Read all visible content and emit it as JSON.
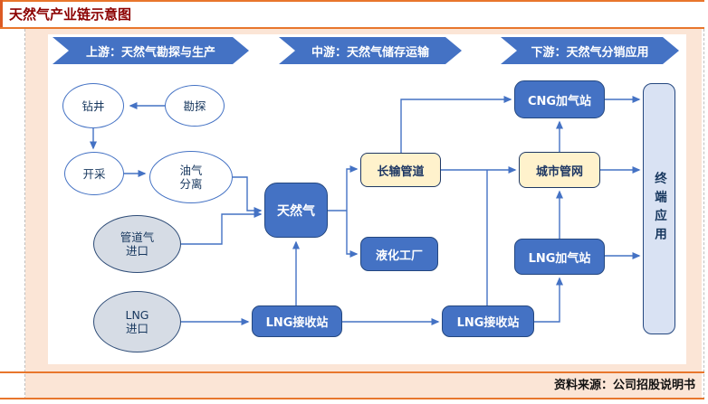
{
  "title": "天然气产业链示意图",
  "source_note": "资料来源：公司招股说明书",
  "colors": {
    "title_red": "#8B0000",
    "rule_orange": "#E8762C",
    "banner_blue": "#4472C4",
    "node_blue_fill": "#4472C4",
    "node_blue_border": "#24477F",
    "yellow_fill": "#FFF2CC",
    "yellow_border": "#1F3864",
    "light_ellipse_fill": "#D6DCE5",
    "terminal_fill": "#D9E2F3",
    "connector_blue": "#4472C4",
    "peach_bg": "#FBE5D6"
  },
  "banners": [
    {
      "id": "upstream",
      "label": "上游：天然气勘探与生产"
    },
    {
      "id": "midstream",
      "label": "中游：天然气储存运输"
    },
    {
      "id": "downstream",
      "label": "下游：天然气分销应用"
    }
  ],
  "nodes": {
    "zuanjing": {
      "label": "钻井"
    },
    "kantan": {
      "label": "勘探"
    },
    "kaicai": {
      "label": "开采"
    },
    "youqi_fenli": {
      "line1": "油气",
      "line2": "分离"
    },
    "guandaoqi_jinkou": {
      "line1": "管道气",
      "line2": "进口"
    },
    "lng_jinkou": {
      "line1": "LNG",
      "line2": "进口"
    },
    "tianranqi": {
      "label": "天然气"
    },
    "changshu_guandao": {
      "label": "长输管道"
    },
    "yehua_gongchang": {
      "label": "液化工厂"
    },
    "lng_jieshouzhan_1": {
      "label": "LNG接收站"
    },
    "lng_jieshouzhan_2": {
      "label": "LNG接收站"
    },
    "cng_jiaqizhan": {
      "label": "CNG加气站"
    },
    "chengshi_guanwang": {
      "label": "城市管网"
    },
    "lng_jiaqizhan": {
      "label": "LNG加气站"
    },
    "zhongduan_yingyong": {
      "label": "终端应用"
    }
  },
  "edges": [
    {
      "from": "勘探",
      "to": "钻井"
    },
    {
      "from": "钻井",
      "to": "开采"
    },
    {
      "from": "开采",
      "to": "油气分离"
    },
    {
      "from": "油气分离",
      "to": "天然气"
    },
    {
      "from": "管道气进口",
      "to": "天然气"
    },
    {
      "from": "LNG进口",
      "to": "LNG接收站(左)"
    },
    {
      "from": "LNG接收站(左)",
      "to": "天然气"
    },
    {
      "from": "LNG接收站(左)",
      "to": "LNG接收站(右)"
    },
    {
      "from": "天然气",
      "to": "长输管道"
    },
    {
      "from": "天然气",
      "to": "液化工厂"
    },
    {
      "from": "长输管道",
      "to": "CNG加气站"
    },
    {
      "from": "长输管道",
      "to": "城市管网"
    },
    {
      "from": "LNG接收站(右)",
      "to": "城市管网"
    },
    {
      "from": "LNG接收站(右)",
      "to": "LNG加气站"
    },
    {
      "from": "LNG加气站",
      "to": "城市管网"
    },
    {
      "from": "城市管网",
      "to": "CNG加气站"
    },
    {
      "from": "CNG加气站",
      "to": "终端应用"
    },
    {
      "from": "城市管网",
      "to": "终端应用"
    },
    {
      "from": "LNG加气站",
      "to": "终端应用"
    }
  ]
}
